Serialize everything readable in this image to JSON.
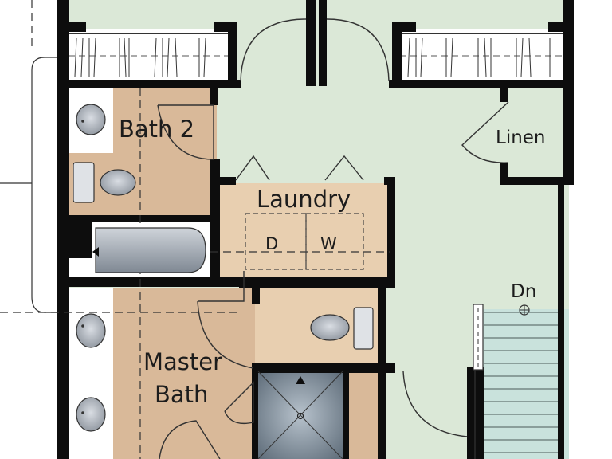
{
  "rooms": {
    "bath2": "Bath 2",
    "laundry": "Laundry",
    "linen": "Linen",
    "master_bath_line1": "Master",
    "master_bath_line2": "Bath"
  },
  "appliances": {
    "dryer": "D",
    "washer": "W"
  },
  "stairs": {
    "direction": "Dn"
  },
  "colors": {
    "hall_floor": "#dbe8d7",
    "bath_floor": "#d9b999",
    "laundry_floor": "#e8cfb0",
    "wall": "#0d0d0d",
    "fixture": "#b9bec6",
    "shower": "#8a98a6",
    "stair": "#c9e2dc"
  }
}
